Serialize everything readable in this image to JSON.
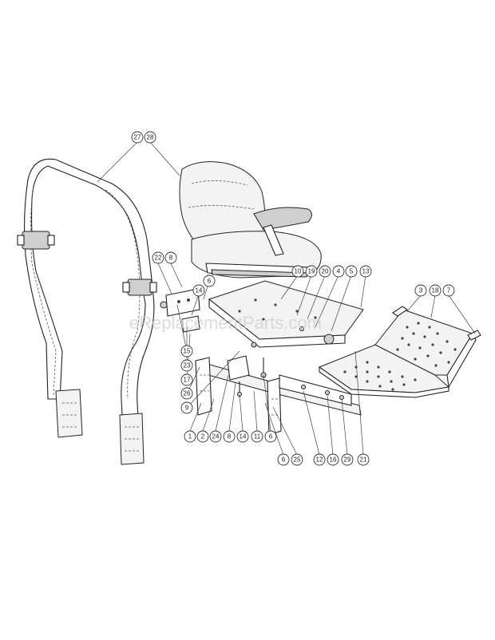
{
  "watermark": "eReplacementParts.com",
  "callouts": [
    {
      "id": "c27",
      "label": "27"
    },
    {
      "id": "c28",
      "label": "28"
    },
    {
      "id": "c22",
      "label": "22"
    },
    {
      "id": "c8a",
      "label": "8"
    },
    {
      "id": "c6a",
      "label": "6"
    },
    {
      "id": "c14a",
      "label": "14"
    },
    {
      "id": "c10",
      "label": "10"
    },
    {
      "id": "c19",
      "label": "19"
    },
    {
      "id": "c20",
      "label": "20"
    },
    {
      "id": "c4",
      "label": "4"
    },
    {
      "id": "c5",
      "label": "5"
    },
    {
      "id": "c13",
      "label": "13"
    },
    {
      "id": "c3",
      "label": "3"
    },
    {
      "id": "c18",
      "label": "18"
    },
    {
      "id": "c7",
      "label": "7"
    },
    {
      "id": "c15",
      "label": "15"
    },
    {
      "id": "c23",
      "label": "23"
    },
    {
      "id": "c17",
      "label": "17"
    },
    {
      "id": "c26",
      "label": "26"
    },
    {
      "id": "c9",
      "label": "9"
    },
    {
      "id": "c1",
      "label": "1"
    },
    {
      "id": "c2",
      "label": "2"
    },
    {
      "id": "c24",
      "label": "24"
    },
    {
      "id": "c8b",
      "label": "8"
    },
    {
      "id": "c14b",
      "label": "14"
    },
    {
      "id": "c11",
      "label": "11"
    },
    {
      "id": "c6b",
      "label": "6"
    },
    {
      "id": "c6c",
      "label": "6"
    },
    {
      "id": "c25",
      "label": "25"
    },
    {
      "id": "c12",
      "label": "12"
    },
    {
      "id": "c16",
      "label": "16"
    },
    {
      "id": "c29",
      "label": "29"
    },
    {
      "id": "c21",
      "label": "21"
    }
  ]
}
